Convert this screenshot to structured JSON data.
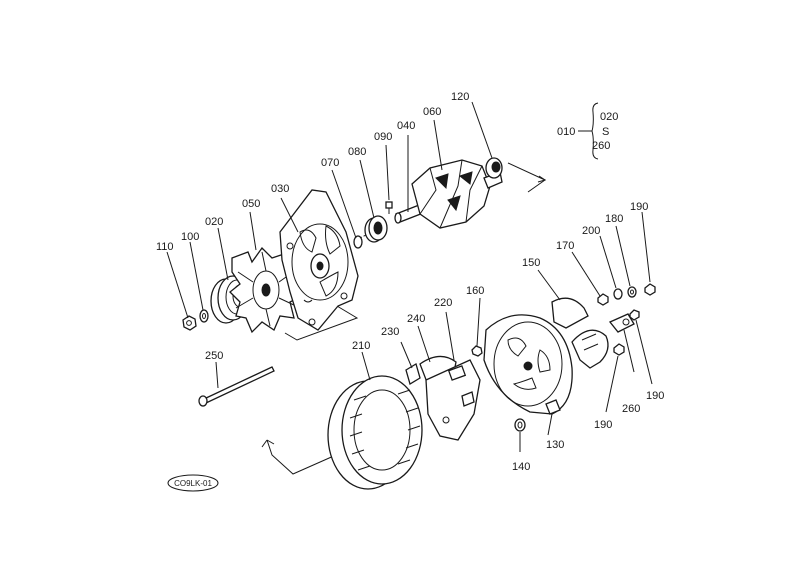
{
  "diagram": {
    "group_bracket": {
      "main": "010",
      "from": "020",
      "tilde": "S",
      "to": "260"
    },
    "labels": {
      "p020a": "020",
      "p050": "050",
      "p030": "030",
      "p070": "070",
      "p080": "080",
      "p090": "090",
      "p040": "040",
      "p060": "060",
      "p120": "120",
      "p110": "110",
      "p100": "100",
      "p250": "250",
      "p210": "210",
      "p230": "230",
      "p240": "240",
      "p220": "220",
      "p160": "160",
      "p150": "150",
      "p170": "170",
      "p200": "200",
      "p180": "180",
      "p190a": "190",
      "p190b": "190",
      "p190c": "190",
      "p260": "260",
      "p130": "130",
      "p140": "140"
    },
    "stamp": "CO9LK-01"
  }
}
